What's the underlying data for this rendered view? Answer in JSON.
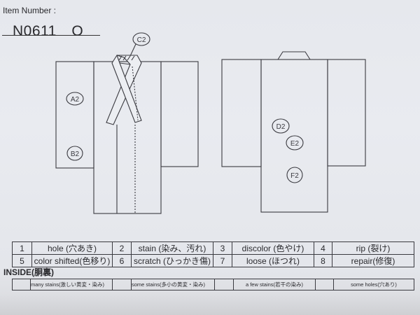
{
  "header": {
    "item_label": "Item Number :",
    "item_number": "N0611　O"
  },
  "diagram": {
    "front_marks": [
      "A2",
      "B2",
      "C2"
    ],
    "back_marks": [
      "D2",
      "E2",
      "F2"
    ]
  },
  "legend": {
    "rows": [
      [
        {
          "num": "1",
          "label": "hole (穴あき)"
        },
        {
          "num": "2",
          "label": "stain (染み、汚れ)"
        },
        {
          "num": "3",
          "label": "discolor (色やけ)"
        },
        {
          "num": "4",
          "label": "rip (裂け)"
        }
      ],
      [
        {
          "num": "5",
          "label": "color shifted(色移り)"
        },
        {
          "num": "6",
          "label": "scratch (ひっかき傷)"
        },
        {
          "num": "7",
          "label": "loose (ほつれ)"
        },
        {
          "num": "8",
          "label": "repair(修復)"
        }
      ]
    ]
  },
  "inside": {
    "title": "INSIDE(胴裏)",
    "cells": [
      {
        "check": "",
        "label": "many stains(激しい黄変・染み)"
      },
      {
        "check": "",
        "label": "some stains(多小の黄変・染み)"
      },
      {
        "check": "",
        "label": "a few stains(若干の染み)"
      },
      {
        "check": "",
        "label": "some holes(穴あり)"
      }
    ]
  }
}
